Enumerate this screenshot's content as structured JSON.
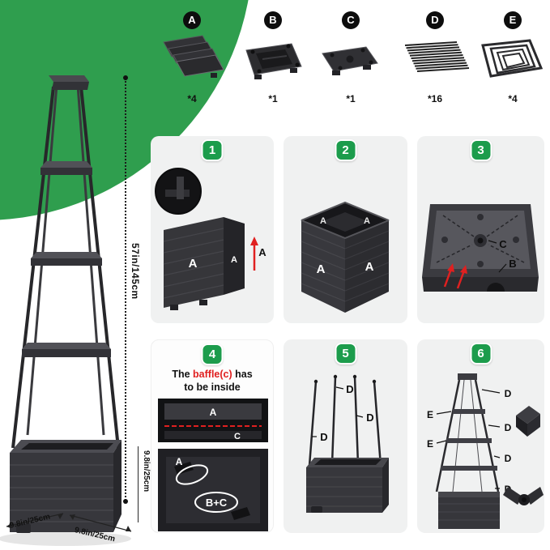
{
  "colors": {
    "backdrop_green": "#2f9e4e",
    "badge_green": "#1c9c4c",
    "accent_red": "#e02020",
    "part_dark": "#2f2f33"
  },
  "dimensions": {
    "height": "57in/145cm",
    "box_height": "9.8in/25cm",
    "base_width": "9.8in/25cm",
    "base_depth": "9.8in/25cm"
  },
  "parts": [
    {
      "id": "A",
      "count": "*4",
      "icon": "stacked-side-panels-icon"
    },
    {
      "id": "B",
      "count": "*1",
      "icon": "bottom-box-icon"
    },
    {
      "id": "C",
      "count": "*1",
      "icon": "baffle-plate-icon"
    },
    {
      "id": "D",
      "count": "*16",
      "icon": "rod-bundle-icon"
    },
    {
      "id": "E",
      "count": "*4",
      "icon": "nested-trays-icon"
    }
  ],
  "steps": [
    {
      "number": "1",
      "labels": [
        "A",
        "A",
        "A"
      ]
    },
    {
      "number": "2",
      "labels": [
        "A",
        "A",
        "A",
        "A"
      ]
    },
    {
      "number": "3",
      "labels": [
        "C",
        "B"
      ]
    },
    {
      "number": "4",
      "note": {
        "pre": "The ",
        "highlight": "baffle(c)",
        "post": " has",
        "line2": "to be inside"
      },
      "labels": [
        "A",
        "C",
        "A",
        "B+C"
      ]
    },
    {
      "number": "5",
      "labels": [
        "D",
        "D",
        "D"
      ]
    },
    {
      "number": "6",
      "labels": [
        "D",
        "E",
        "D",
        "E",
        "D",
        "D"
      ]
    }
  ]
}
